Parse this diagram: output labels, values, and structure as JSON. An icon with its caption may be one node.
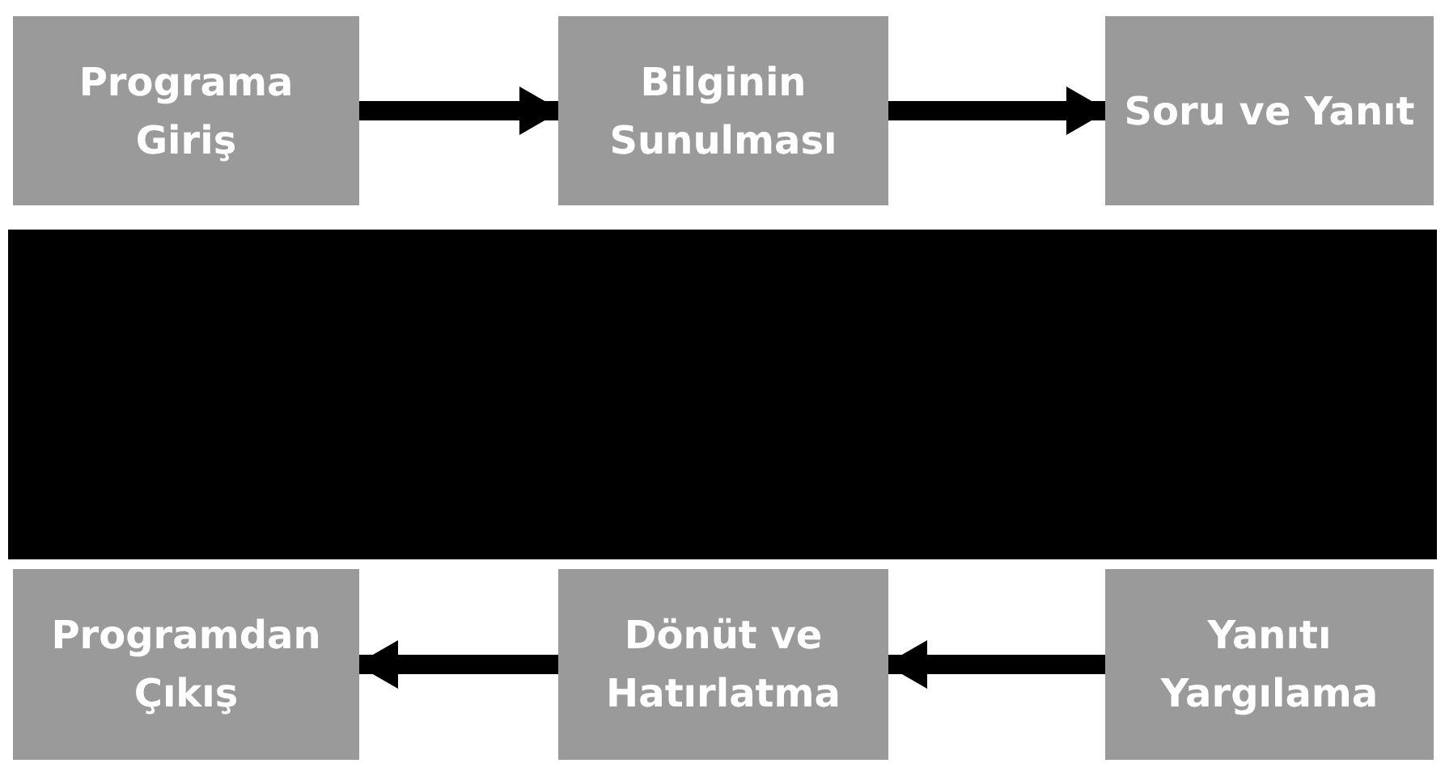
{
  "diagram": {
    "nodes": [
      {
        "text": [
          "Programa Giriş"
        ]
      },
      {
        "text": [
          "Bilginin Sunulması"
        ]
      },
      {
        "text": [
          "Soru ve Yanıt"
        ]
      },
      {
        "text": [
          "Programdan Çıkış"
        ]
      },
      {
        "text": [
          "Dönüt ve Hatırlatma"
        ]
      },
      {
        "text": [
          "Yanıtı Yargılama"
        ]
      }
    ],
    "edges": [
      {
        "from": 0,
        "to": 1,
        "arrow": "to"
      },
      {
        "from": 1,
        "to": 2,
        "arrow": "to"
      },
      {
        "from": 5,
        "to": 4,
        "arrow": "to"
      },
      {
        "from": 4,
        "to": 3,
        "arrow": "to"
      }
    ]
  }
}
